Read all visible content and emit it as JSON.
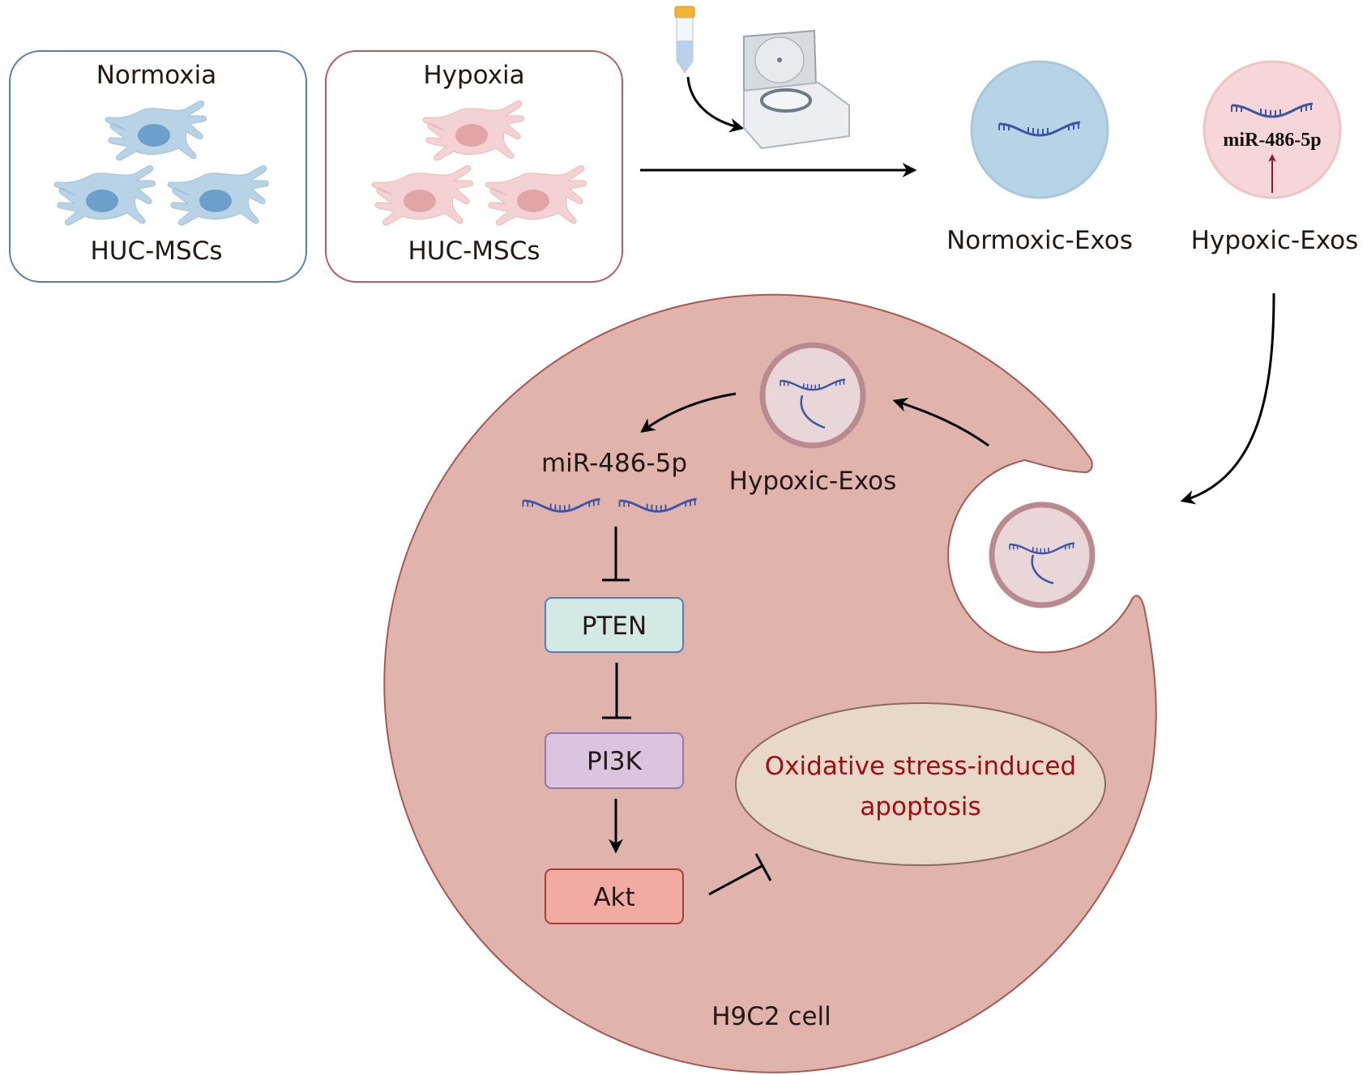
{
  "conditions": [
    {
      "title": "Normoxia",
      "cell_label": "HUC-MSCs",
      "border_color": "#5b7fb5",
      "cell_color": "#b8d3e6",
      "nucleus_color": "#6c9fc9"
    },
    {
      "title": "Hypoxia",
      "cell_label": "HUC-MSCs",
      "border_color": "#b45a68",
      "cell_color": "#f4d2d3",
      "nucleus_color": "#e1a5a8"
    }
  ],
  "isolation": {
    "tube_icon": "conical-tube-icon",
    "centrifuge_icon": "centrifuge-icon"
  },
  "exosomes": [
    {
      "label": "Normoxic-Exos",
      "color": "#b7d4e6"
    },
    {
      "label": "Hypoxic-Exos",
      "color": "#f6d6d8",
      "mirna_label": "miR-486-5p",
      "mirna_trend": "up",
      "trend_color": "#8b1c22"
    }
  ],
  "cell": {
    "label": "H9C2 cell",
    "fill": "#e0b3ad",
    "stroke": "#a45a52",
    "internal_exo_label": "Hypoxic-Exos",
    "mirna_label": "miR-486-5p"
  },
  "pathway": [
    {
      "label": "PTEN",
      "fill": "#d3eae4",
      "stroke": "#4f7fb9",
      "relation_from_previous": "inhibits"
    },
    {
      "label": "PI3K",
      "fill": "#dbc4df",
      "stroke": "#9778a4",
      "relation_from_previous": "inhibits"
    },
    {
      "label": "Akt",
      "fill": "#f1aba0",
      "stroke": "#a3403a",
      "relation_from_previous": "activates"
    }
  ],
  "outcome": {
    "line1": "Oxidative stress-induced",
    "line2": "apoptosis",
    "fill": "#e8d8c8",
    "text_color": "#a30d12",
    "relation_from_akt": "inhibits"
  }
}
